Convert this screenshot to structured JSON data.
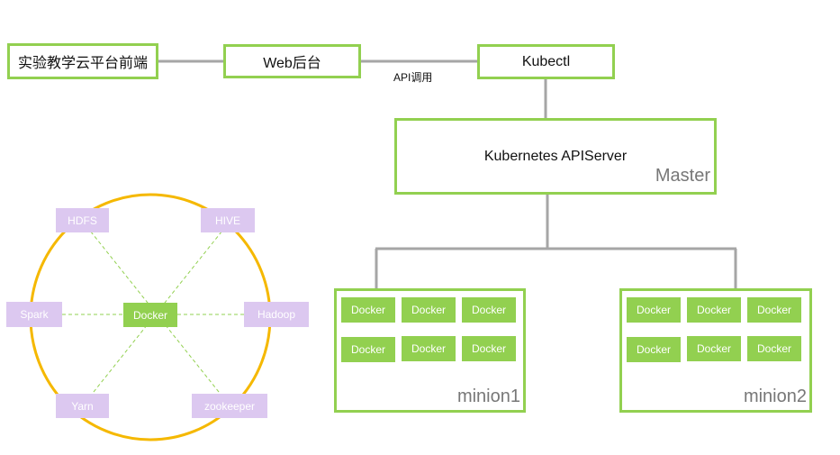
{
  "frontend": {
    "label": "实验教学云平台前端"
  },
  "web": {
    "label": "Web后台"
  },
  "kubectl": {
    "label": "Kubectl"
  },
  "api_call": {
    "label": "API调用"
  },
  "apiserver": {
    "label": "Kubernetes APIServer",
    "role": "Master"
  },
  "nodes": [
    {
      "name": "minion1",
      "containers": [
        "Docker",
        "Docker",
        "Docker",
        "Docker",
        "Docker",
        "Docker"
      ]
    },
    {
      "name": "minion2",
      "containers": [
        "Docker",
        "Docker",
        "Docker",
        "Docker",
        "Docker",
        "Docker"
      ]
    }
  ],
  "cluster": {
    "center": "Docker",
    "services": [
      "HDFS",
      "HIVE",
      "Spark",
      "Hadoop",
      "Yarn",
      "zookeeper"
    ]
  },
  "colors": {
    "box_border": "#92d050",
    "connector": "#a6a6a6",
    "ring": "#f5b800",
    "service_chip": "#dcc8f0",
    "docker": "#92d050"
  }
}
